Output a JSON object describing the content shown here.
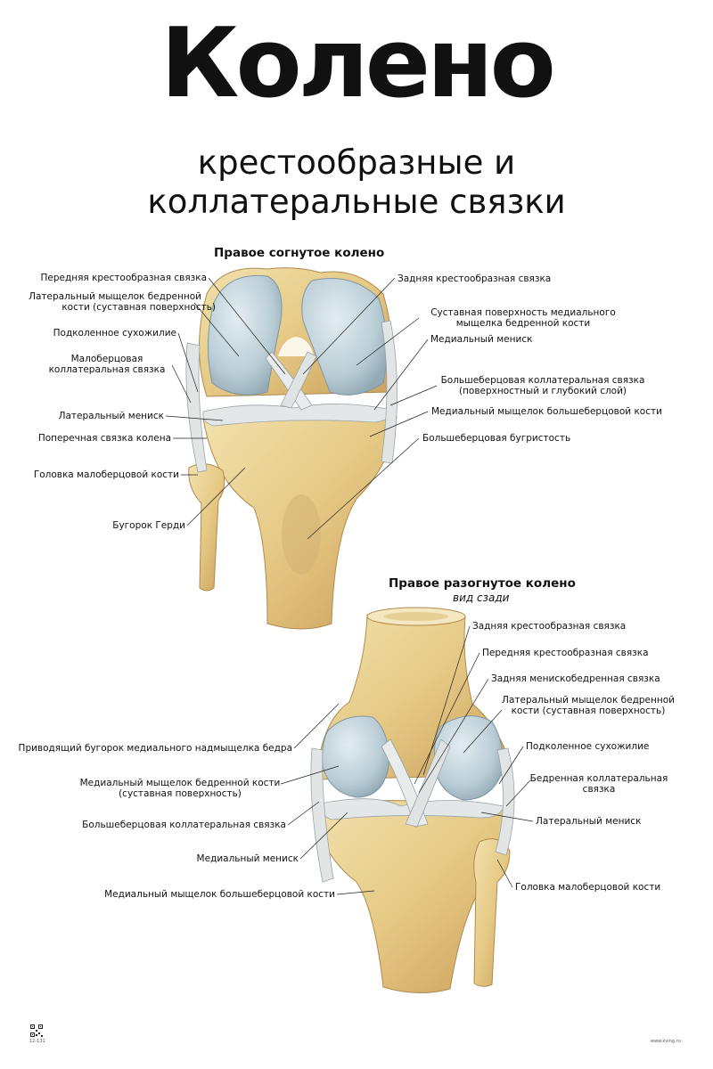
{
  "header": {
    "title": "Колено",
    "subtitle_line1": "крестообразные и",
    "subtitle_line2": "коллатеральные связки"
  },
  "views": {
    "flexed": {
      "title": "Правое согнутое колено",
      "labels": {
        "acl": "Передняя крестообразная связка",
        "lat_condyle_1": "Латеральный мыщелок бедренной",
        "lat_condyle_2": "кости (суставная поверхность)",
        "popliteus": "Подколенное сухожилие",
        "fib_coll_1": "Малоберцовая",
        "fib_coll_2": "коллатеральная связка",
        "lat_meniscus": "Латеральный мениск",
        "transverse": "Поперечная связка колена",
        "fibula_head": "Головка малоберцовой кости",
        "gerdy": "Бугорок Герди",
        "pcl": "Задняя крестообразная связка",
        "med_surface_1": "Суставная поверхность медиального",
        "med_surface_2": "мыщелка бедренной кости",
        "med_meniscus": "Медиальный мениск",
        "tib_coll_1": "Большеберцовая коллатеральная связка",
        "tib_coll_2": "(поверхностный и глубокий слой)",
        "med_tib_condyle": "Медиальный мыщелок большеберцовой кости",
        "tuberosity": "Большеберцовая бугристость"
      }
    },
    "extended": {
      "title": "Правое разогнутое колено",
      "subtitle": "вид сзади",
      "labels": {
        "adductor": "Приводящий бугорок медиального надмыщелка бедра",
        "med_fem_1": "Медиальный мыщелок бедренной кости",
        "med_fem_2": "(суставная поверхность)",
        "tib_coll": "Большеберцовая коллатеральная связка",
        "med_meniscus": "Медиальный мениск",
        "med_tib": "Медиальный мыщелок большеберцовой кости",
        "pcl": "Задняя крестообразная связка",
        "acl": "Передняя крестообразная связка",
        "post_menisco": "Задняя менискобедренная связка",
        "lat_fem_1": "Латеральный мыщелок бедренной",
        "lat_fem_2": "кости (суставная поверхность)",
        "popliteus": "Подколенное сухожилие",
        "fib_coll_1": "Бедренная коллатеральная",
        "fib_coll_2": "связка",
        "lat_meniscus": "Латеральный мениск",
        "fibula_head": "Головка малоберцовой кости"
      }
    }
  },
  "footer": {
    "code": "12-131",
    "site": "www.kving.ru"
  },
  "colors": {
    "bone": "#e8cf8f",
    "bone_dark": "#c9a460",
    "cartilage": "#bcd0d8",
    "ligament": "#dfe3e4"
  }
}
